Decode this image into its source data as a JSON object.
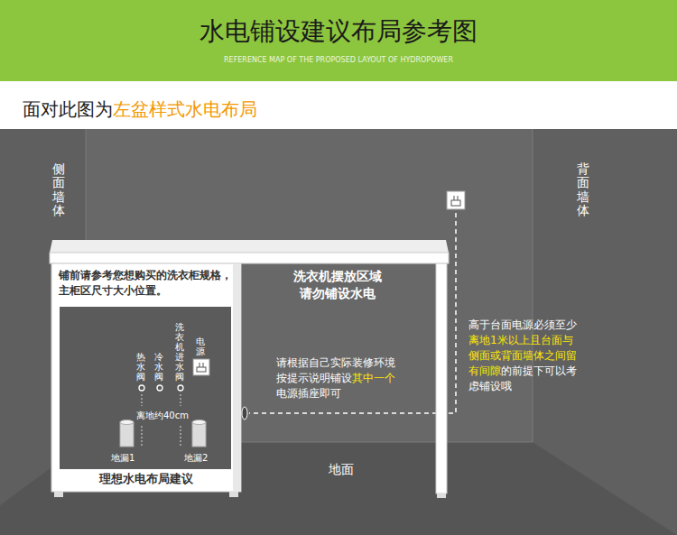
{
  "diagram": {
    "title": "水电铺设建议布局参考图",
    "nodes": [
      {
        "text": [
          "铺前请参考您想购买的洗衣柜规格，主柜区尺寸大小位置。",
          "理想水电布局建议"
        ]
      }
    ],
    "labels": [
      "REFERENCE MAP OF THE PROPOSED LAYOUT OF HYDROPOWER",
      "面对此图为",
      "左盆样式水电布局",
      "侧面墙体",
      "背面墙体",
      "洗衣机摆放区域 请勿铺设水电",
      "请根据自己实际装修环境按提示说明铺设",
      "其中一个",
      "电源插座即可",
      "高于台面电源必须至少",
      "离地1米以上且台面与侧面或背面墙体之间留有间隙",
      "的前提下可以考虑铺设哦",
      "热水阀",
      "冷水阀",
      "洗衣机进水阀",
      "电源",
      "离地约40cm",
      "地漏1",
      "地漏2",
      "地面"
    ]
  }
}
